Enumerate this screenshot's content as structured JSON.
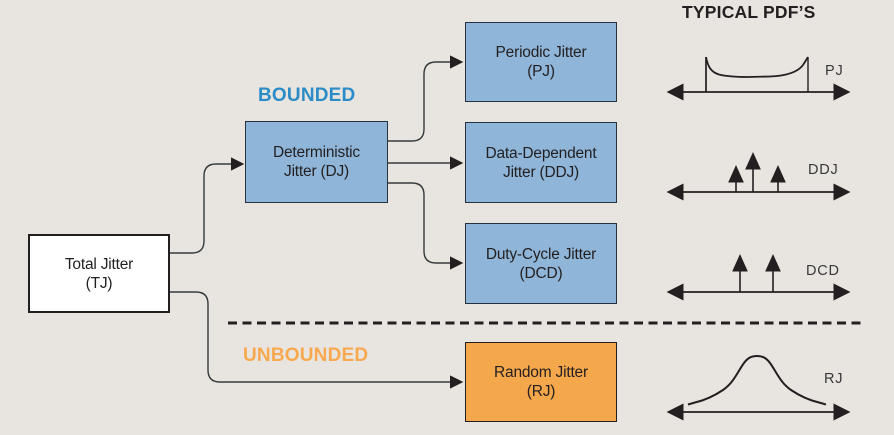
{
  "header": {
    "title": "TYPICAL PDF’S"
  },
  "sections": {
    "bounded_label": "BOUNDED",
    "unbounded_label": "UNBOUNDED"
  },
  "nodes": {
    "tj": {
      "line1": "Total Jitter",
      "line2": "(TJ)"
    },
    "dj": {
      "line1": "Deterministic",
      "line2": "Jitter (DJ)"
    },
    "pj": {
      "line1": "Periodic Jitter",
      "line2": "(PJ)"
    },
    "ddj": {
      "line1": "Data-Dependent",
      "line2": "Jitter (DDJ)"
    },
    "dcd": {
      "line1": "Duty-Cycle Jitter",
      "line2": "(DCD)"
    },
    "rj": {
      "line1": "Random Jitter",
      "line2": "(RJ)"
    }
  },
  "edges": [
    {
      "from": "tj",
      "to": "dj"
    },
    {
      "from": "tj",
      "to": "rj"
    },
    {
      "from": "dj",
      "to": "pj"
    },
    {
      "from": "dj",
      "to": "ddj"
    },
    {
      "from": "dj",
      "to": "dcd"
    }
  ],
  "pdfs": {
    "pj": {
      "label": "PJ",
      "shape": "bimodal-bathtub-with-edge-spikes"
    },
    "ddj": {
      "label": "DDJ",
      "shape": "three-impulses-center-tallest"
    },
    "dcd": {
      "label": "DCD",
      "shape": "two-impulses"
    },
    "rj": {
      "label": "RJ",
      "shape": "gaussian-bell-wide-tails"
    }
  },
  "colors": {
    "background": "#e8e5e0",
    "box_blue": "#8fb5d8",
    "box_orange": "#f5a74b",
    "bounded_text": "#2b8cc7",
    "unbounded_text": "#f8a94f",
    "line": "#231f20"
  }
}
